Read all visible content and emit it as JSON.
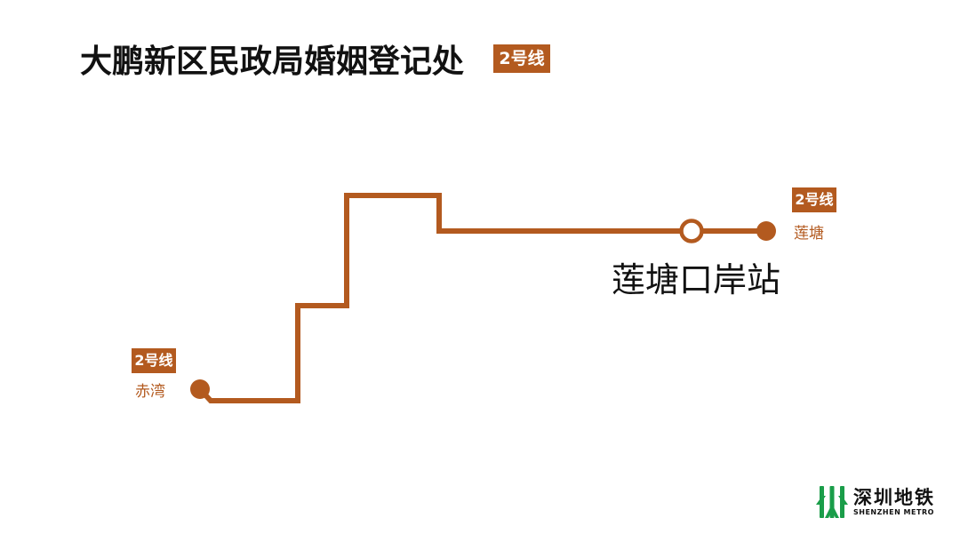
{
  "header": {
    "title": "大鹏新区民政局婚姻登记处",
    "line_badge": "2号线"
  },
  "route": {
    "line_name": "2号线",
    "color": "#b35a1f",
    "start_terminal": {
      "badge": "2号线",
      "name": "赤湾"
    },
    "end_terminal": {
      "badge": "2号线",
      "name": "莲塘"
    },
    "station": {
      "name": "莲塘口岸站"
    }
  },
  "logo": {
    "brand_cn": "深圳地铁",
    "brand_en": "SHENZHEN METRO",
    "mark_color": "#1a9d49"
  }
}
